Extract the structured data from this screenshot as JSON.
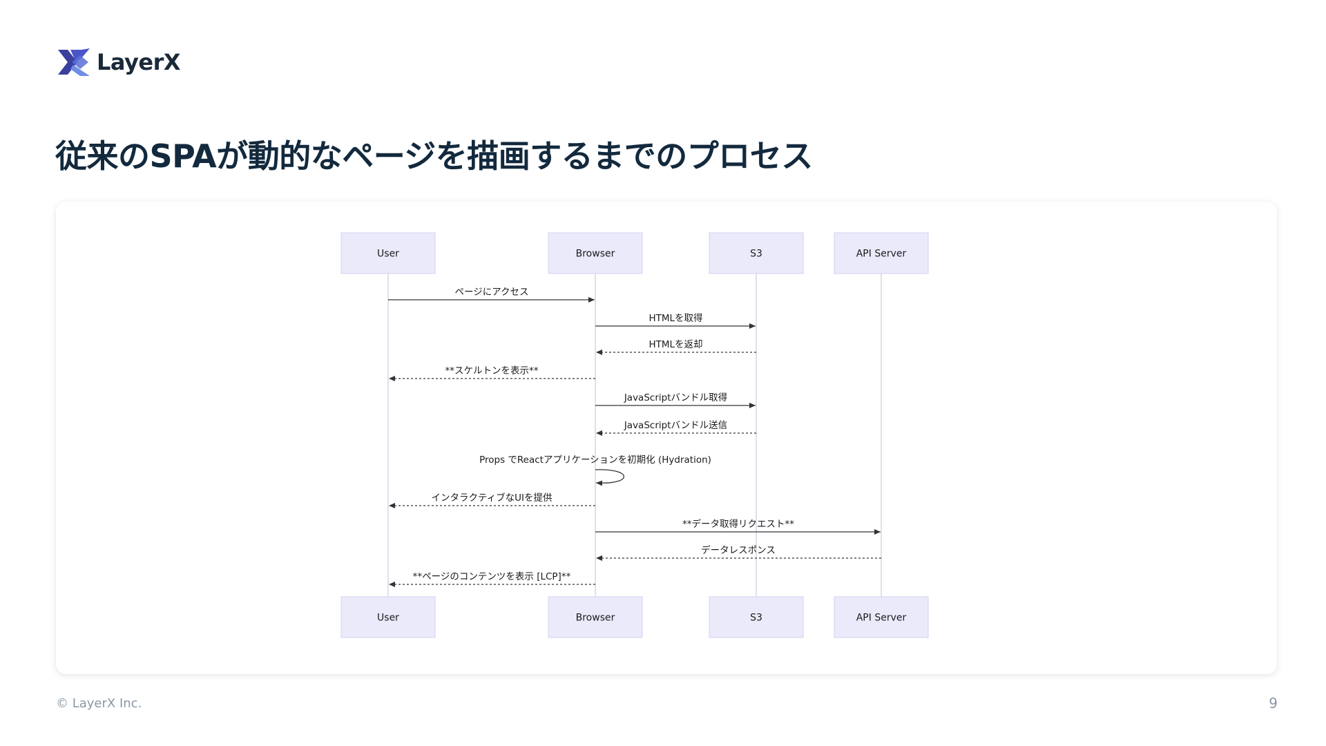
{
  "brand": {
    "name": "LayerX",
    "colors": {
      "dark": "#3b3f9e",
      "light": "#6f8fe6"
    }
  },
  "slide": {
    "title": "従来のSPAが動的なページを描画するまでのプロセス",
    "copyright": "© LayerX Inc.",
    "page_number": "9"
  },
  "diagram": {
    "type": "sequence",
    "actors": [
      {
        "id": "user",
        "label": "User"
      },
      {
        "id": "browser",
        "label": "Browser"
      },
      {
        "id": "s3",
        "label": "S3"
      },
      {
        "id": "api",
        "label": "API Server"
      }
    ],
    "messages": [
      {
        "from": "user",
        "to": "browser",
        "label": "ページにアクセス",
        "style": "solid"
      },
      {
        "from": "browser",
        "to": "s3",
        "label": "HTMLを取得",
        "style": "solid"
      },
      {
        "from": "s3",
        "to": "browser",
        "label": "HTMLを返却",
        "style": "dashed"
      },
      {
        "from": "browser",
        "to": "user",
        "label": "**スケルトンを表示**",
        "style": "dashed"
      },
      {
        "from": "browser",
        "to": "s3",
        "label": "JavaScriptバンドル取得",
        "style": "solid"
      },
      {
        "from": "s3",
        "to": "browser",
        "label": "JavaScriptバンドル送信",
        "style": "dashed"
      },
      {
        "from": "browser",
        "to": "browser",
        "label": "Props でReactアプリケーションを初期化 (Hydration)",
        "style": "solid"
      },
      {
        "from": "browser",
        "to": "user",
        "label": "インタラクティブなUIを提供",
        "style": "dashed"
      },
      {
        "from": "browser",
        "to": "api",
        "label": "**データ取得リクエスト**",
        "style": "solid"
      },
      {
        "from": "api",
        "to": "browser",
        "label": "データレスポンス",
        "style": "dashed"
      },
      {
        "from": "browser",
        "to": "user",
        "label": "**ページのコンテンツを表示 [LCP]**",
        "style": "dashed"
      }
    ],
    "colors": {
      "actor_fill": "#eaeafb",
      "actor_stroke": "#d2d2f0",
      "lifeline": "#d6d6e6",
      "line": "#333333"
    }
  }
}
